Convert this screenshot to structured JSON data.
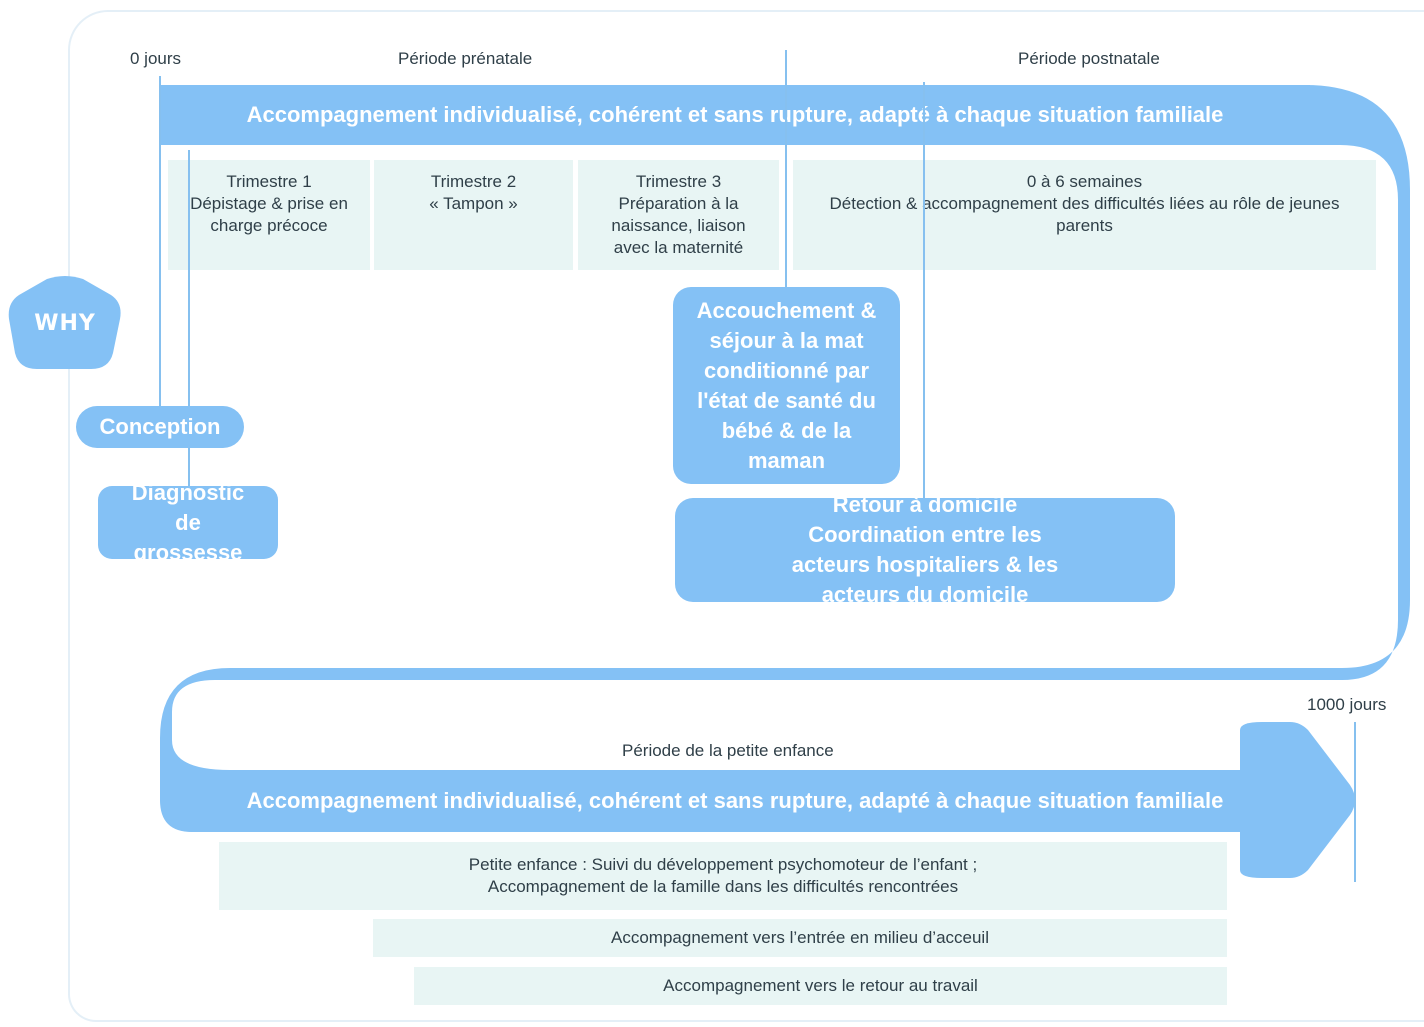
{
  "badge": {
    "label": "WHY"
  },
  "timeline": {
    "start_label": "0 jours",
    "end_label": "1000 jours",
    "prenatal_label": "Période prénatale",
    "postnatal_label": "Période postnatale",
    "early_childhood_label": "Période de la petite enfance"
  },
  "bands": {
    "top": "Accompagnement individualisé, cohérent et sans rupture, adapté à chaque situation familiale",
    "bottom": "Accompagnement individualisé, cohérent et sans rupture, adapté à chaque situation familiale"
  },
  "cells": [
    {
      "line1": "Trimestre 1",
      "line2": "Dépistage & prise en charge précoce"
    },
    {
      "line1": "Trimestre 2",
      "line2": "« Tampon »"
    },
    {
      "line1": "Trimestre 3",
      "line2": "Préparation à la naissance, liaison avec la maternité"
    },
    {
      "line1": "0 à 6 semaines",
      "line2": "Détection & accompagnement des difficultés liées au rôle de jeunes parents"
    }
  ],
  "milestones": {
    "conception": "Conception",
    "diagnostic": "Diagnostic de grossesse",
    "accouchement": "Accouchement & séjour à la mat conditionné par l'état de santé du bébé & de la maman",
    "retour_line1": "Retour à domicile",
    "retour_line2": "Coordination entre les acteurs hospitaliers & les acteurs du domicile"
  },
  "rows": {
    "petite_enfance_line1": "Petite enfance : Suivi du développement psychomoteur de l’enfant ;",
    "petite_enfance_line2": "Accompagnement de la famille dans les difficultés rencontrées",
    "milieu_accueil": "Accompagnement vers l’entrée en milieu d’acceuil",
    "retour_travail": "Accompagnement vers le retour au travail"
  },
  "colors": {
    "accent": "#84c1f5",
    "cell_bg": "#e8f5f4",
    "line": "#86c0ef",
    "text": "#2f3f48"
  }
}
